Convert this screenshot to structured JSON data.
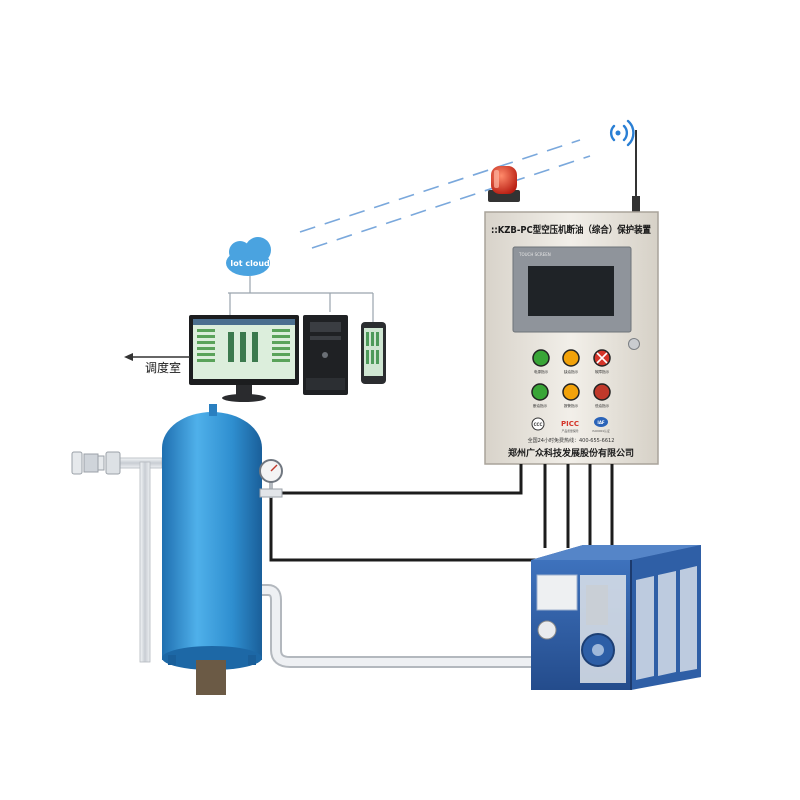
{
  "cloud": {
    "label": "Iot cloud"
  },
  "dispatch_room": {
    "label": "调度室"
  },
  "cabinet": {
    "title": "KZB-PC型空压机断油（综合）保护装置",
    "title_prefix": "::",
    "screen_caption": "TOUCH SCREEN",
    "indicator_labels": [
      "电源指示",
      "缺油指示",
      "故障指示",
      "断油指示",
      "报警指示",
      "低油指示"
    ],
    "cert_labels": [
      "CCC",
      "PICC",
      "IAF"
    ],
    "cert_sublabels": [
      "",
      "产品质量保险",
      "ISO9001认证"
    ],
    "hotline": "全国24小时免费热线：400-655-6612",
    "company": "郑州广众科技发展股份有限公司"
  },
  "colors": {
    "tank": "#2f8fd0",
    "cabinet": "#e8e4dc",
    "compressor": "#2d5ea6",
    "alarm": "#d42a1c",
    "cloud": "#4aa3e0",
    "signal": "#2a7fd4",
    "pipe": "#d9dde2",
    "wire": "#1c1c1c",
    "indicators": [
      "#39a537",
      "#f2a20a",
      "#d4352a",
      "#39a537",
      "#f2a20a",
      "#c0392b"
    ]
  },
  "icons": {
    "cloud": "cloud-icon",
    "alarm": "alarm-beacon-icon",
    "antenna": "antenna-icon",
    "wifi": "wireless-signal-icon",
    "arrow": "arrow-left-icon",
    "gauge": "pressure-gauge-icon",
    "monitor": "monitor-icon",
    "tower": "pc-tower-icon",
    "phone": "phone-icon"
  }
}
